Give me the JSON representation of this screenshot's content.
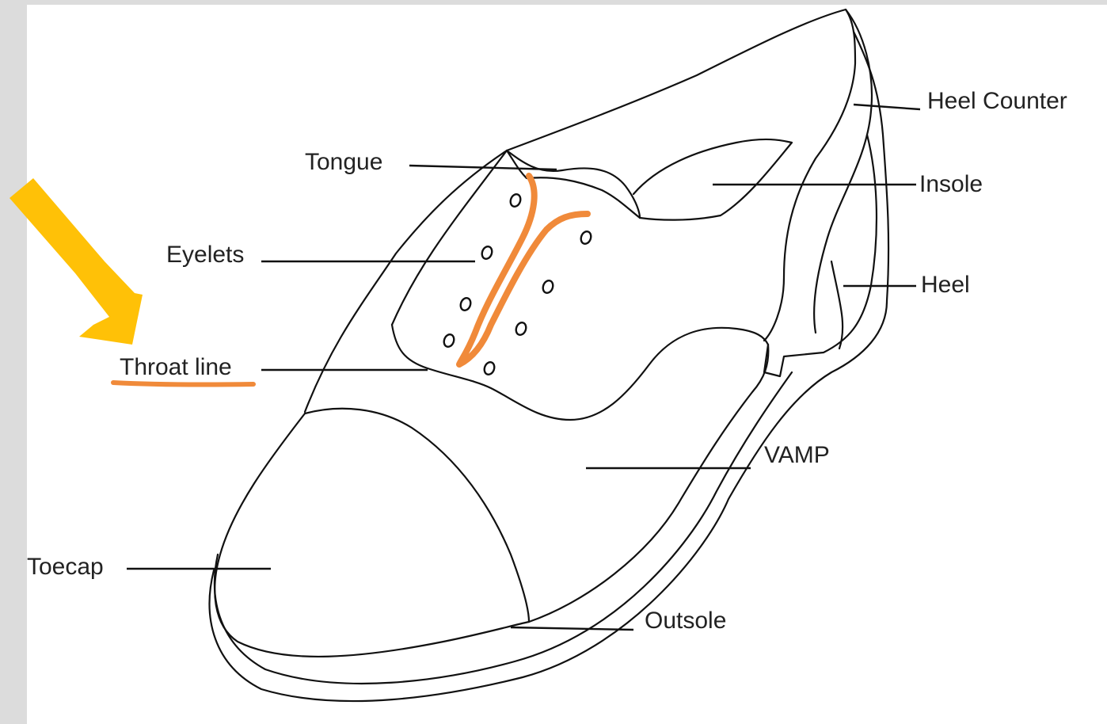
{
  "diagram": {
    "labels": {
      "tongue": "Tongue",
      "eyelets": "Eyelets",
      "throat_line": "Throat line",
      "toecap": "Toecap",
      "heel_counter": "Heel Counter",
      "insole": "Insole",
      "heel": "Heel",
      "vamp": "VAMP",
      "outsole": "Outsole"
    },
    "colors": {
      "highlight": "#f08a3a",
      "arrow": "#ffc107",
      "line": "#111111",
      "background": "#ffffff",
      "frame": "#dcdcdc"
    },
    "icons": {
      "pointer": "arrow-down-right-icon"
    }
  }
}
